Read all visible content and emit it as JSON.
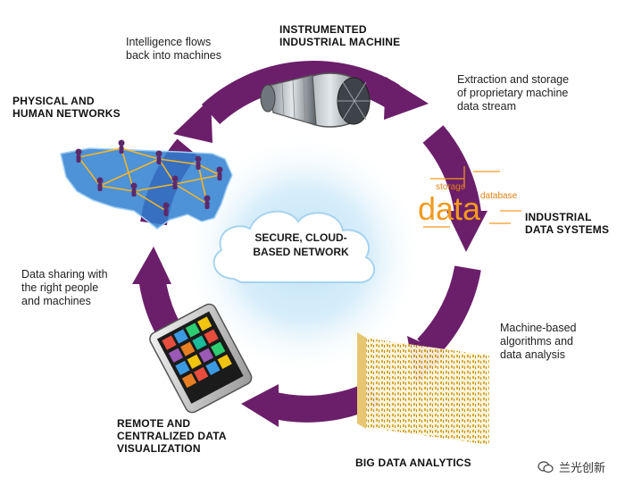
{
  "center": {
    "line1": "SECURE, CLOUD-",
    "line2": "BASED NETWORK"
  },
  "nodes": {
    "instrumented_machine": {
      "line1": "INSTRUMENTED",
      "line2": "INDUSTRIAL MACHINE"
    },
    "industrial_data_systems": {
      "line1": "INDUSTRIAL",
      "line2": "DATA SYSTEMS"
    },
    "big_data_analytics": {
      "line1": "BIG DATA ANALYTICS"
    },
    "remote_visualization": {
      "line1": "REMOTE AND",
      "line2": "CENTRALIZED DATA",
      "line3": "VISUALIZATION"
    },
    "physical_human_networks": {
      "line1": "PHYSICAL AND",
      "line2": "HUMAN NETWORKS"
    }
  },
  "flows": {
    "extraction": {
      "line1": "Extraction and storage",
      "line2": "of proprietary machine",
      "line3": "data stream"
    },
    "algorithms": {
      "line1": "Machine-based",
      "line2": "algorithms and",
      "line3": "data analysis"
    },
    "sharing": {
      "line1": "Data sharing with",
      "line2": "the right people",
      "line3": "and machines"
    },
    "intelligence": {
      "line1": "Intelligence flows",
      "line2": "back into machines"
    }
  },
  "data_cloud": {
    "big": "data",
    "word1": "storage",
    "word2": "database"
  },
  "watermark": "兰光创新",
  "colors": {
    "ring": "#6b1f6a",
    "ring_dark": "#4e1250",
    "data_orange": "#f29a1f",
    "map_blue": "#2f7fd0",
    "network_line": "#f5b526"
  }
}
